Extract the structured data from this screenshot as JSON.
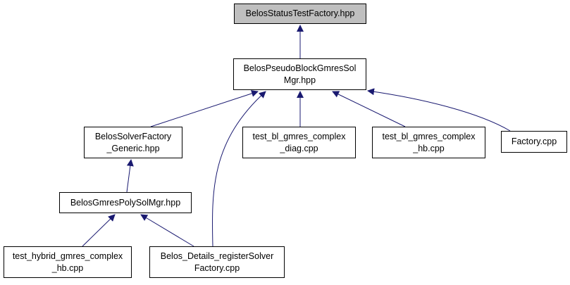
{
  "nodes": {
    "root": {
      "lines": [
        "BelosStatusTestFactory.hpp"
      ]
    },
    "pseudo": {
      "lines": [
        "BelosPseudoBlockGmresSol",
        "Mgr.hpp"
      ]
    },
    "sf": {
      "lines": [
        "BelosSolverFactory",
        "_Generic.hpp"
      ]
    },
    "diag": {
      "lines": [
        "test_bl_gmres_complex",
        "_diag.cpp"
      ]
    },
    "hb": {
      "lines": [
        "test_bl_gmres_complex",
        "_hb.cpp"
      ]
    },
    "fact": {
      "lines": [
        "Factory.cpp"
      ]
    },
    "poly": {
      "lines": [
        "BelosGmresPolySolMgr.hpp"
      ]
    },
    "hyb": {
      "lines": [
        "test_hybrid_gmres_complex",
        "_hb.cpp"
      ]
    },
    "reg": {
      "lines": [
        "Belos_Details_registerSolver",
        "Factory.cpp"
      ]
    }
  },
  "colors": {
    "edge": "#191970",
    "root_fill": "#bfbfbf",
    "node_fill": "#ffffff",
    "border": "#000000"
  }
}
